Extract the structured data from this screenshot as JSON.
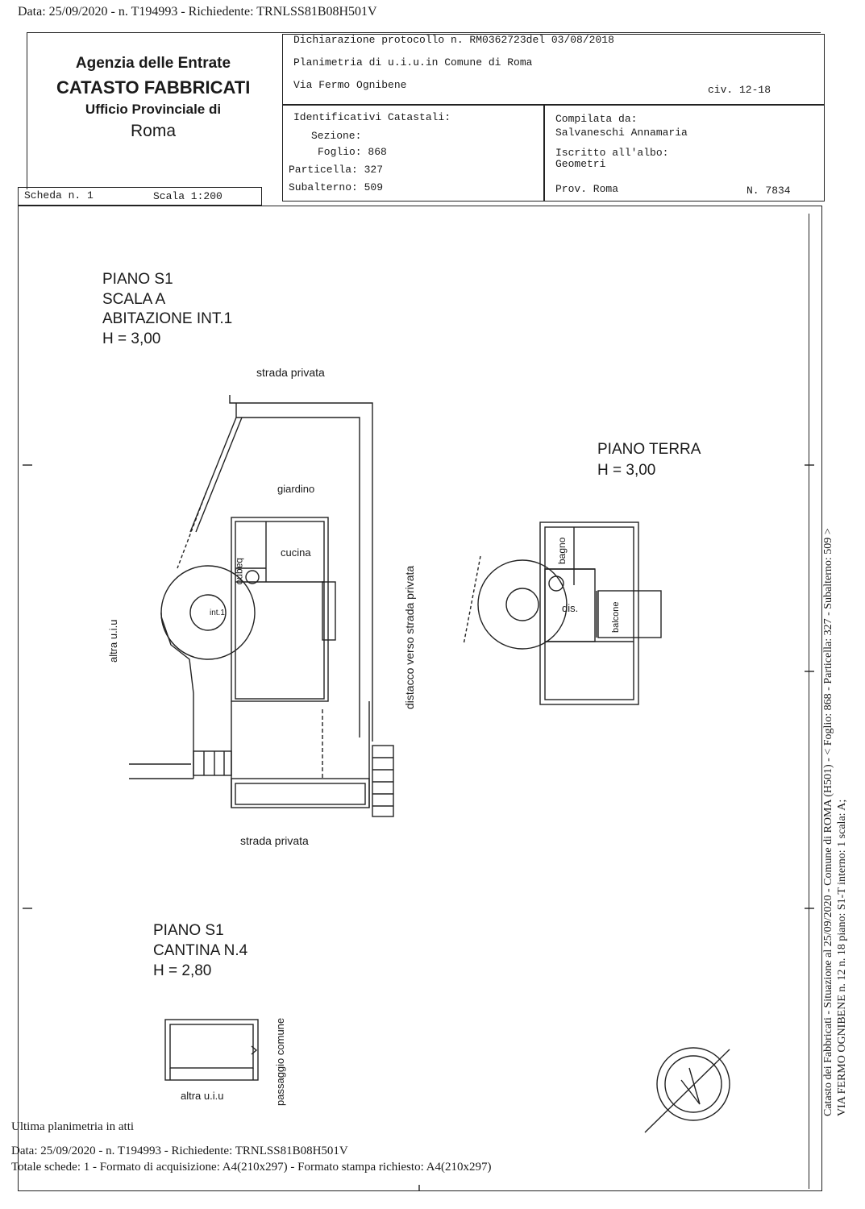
{
  "top_line": "Data: 25/09/2020 - n. T194993 - Richiedente: TRNLSS81B08H501V",
  "agency": {
    "line1": "Agenzia delle Entrate",
    "line2": "CATASTO FABBRICATI",
    "line3": "Ufficio Provinciale di",
    "line4": "Roma"
  },
  "header": {
    "dichiarazione": "Dichiarazione protocollo n. RM0362723del  03/08/2018",
    "planimetria": "Planimetria di u.i.u.in Comune di Roma",
    "via": "Via Fermo Ognibene",
    "civ": "civ. 12-18"
  },
  "identificativi": {
    "title": "Identificativi Catastali:",
    "sezione": "Sezione:",
    "foglio": "Foglio: 868",
    "particella": "Particella: 327",
    "subalterno": "Subalterno: 509"
  },
  "compilata": {
    "title": "Compilata da:",
    "name": "Salvaneschi Annamaria",
    "iscritto": "Iscritto all'albo:",
    "albo": "Geometri",
    "prov": "Prov. Roma",
    "numero": "N. 7834"
  },
  "scheda": {
    "label": "Scheda n. 1",
    "scala": "Scala 1:200"
  },
  "plan_labels": {
    "piano_s1_title": [
      "PIANO S1",
      "SCALA  A",
      "ABITAZIONE INT.1",
      "H = 3,00"
    ],
    "strada_top": "strada privata",
    "strada_bottom": "strada privata",
    "giardino": "giardino",
    "bagno": "bagno",
    "cucina": "cucina",
    "int1": "int.1",
    "altra_uiu": "altra u.i.u",
    "distacco": "distacco verso strada privata",
    "piano_terra": [
      "PIANO TERRA",
      "H = 3,00"
    ],
    "bagno_pt": "bagno",
    "dis": "dis.",
    "balcone": "balcone",
    "cantina": [
      "PIANO S1",
      "CANTINA N.4",
      "H = 2,80"
    ],
    "altra_uiu_cantina": "altra u.i.u",
    "passaggio": "passaggio comune"
  },
  "side_text": {
    "line1": "Catasto dei Fabbricati - Situazione al 25/09/2020 - Comune di ROMA (H501) - < Foglio: 868 - Particella: 327 - Subalterno: 509 >",
    "line2": "VIA FERMO OGNIBENE n. 12 n. 18 piano: S1-T interno: 1 scala: A;"
  },
  "footer": {
    "ultima": "Ultima planimetria in atti",
    "data": "Data: 25/09/2020 - n. T194993 - Richiedente: TRNLSS81B08H501V",
    "totale": "Totale schede: 1 - Formato di acquisizione: A4(210x297)  - Formato stampa richiesto: A4(210x297)"
  }
}
